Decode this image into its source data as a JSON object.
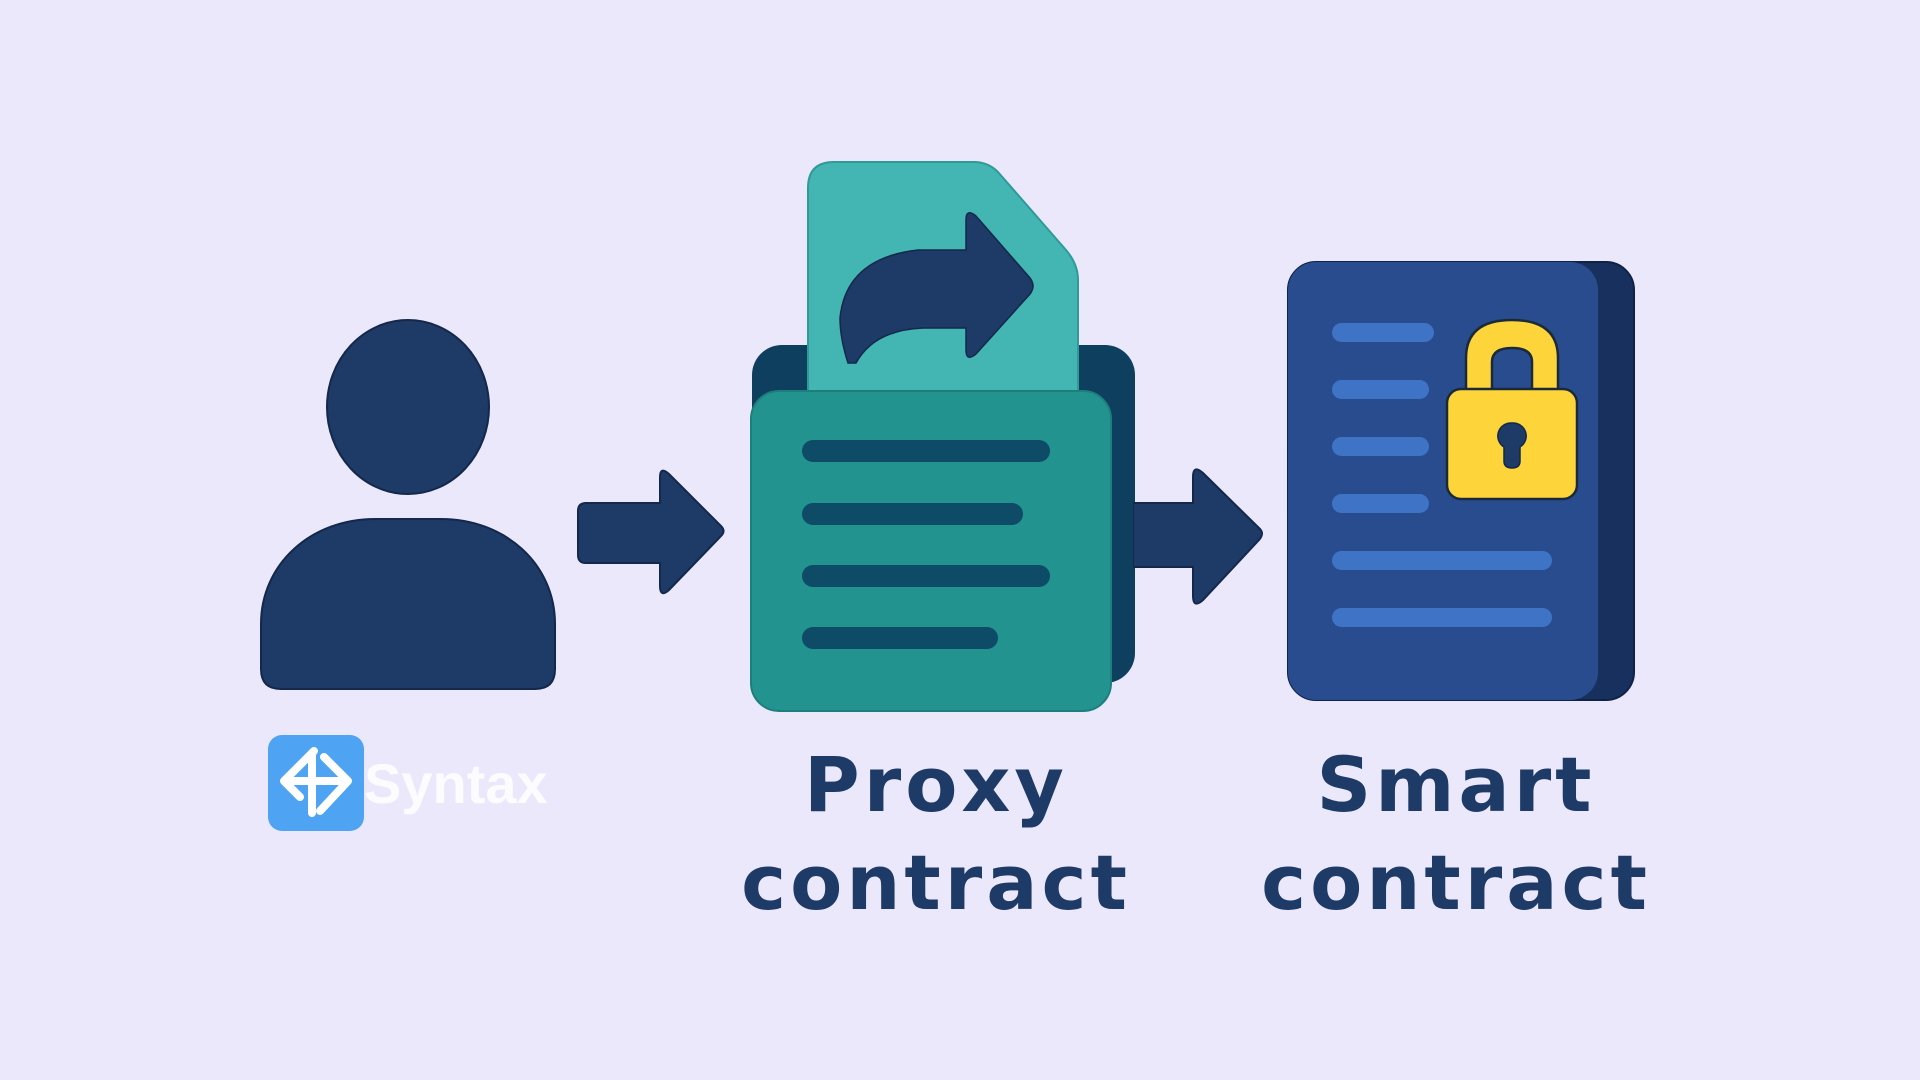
{
  "diagram": {
    "nodes": [
      {
        "id": "user",
        "icon": "user-icon",
        "label": ""
      },
      {
        "id": "proxy",
        "icon": "proxy-folder-icon",
        "label_line1": "Proxy",
        "label_line2": "contract"
      },
      {
        "id": "smart",
        "icon": "locked-document-icon",
        "label_line1": "Smart",
        "label_line2": "contract"
      }
    ],
    "edges": [
      {
        "from": "user",
        "to": "proxy",
        "icon": "arrow-right-icon"
      },
      {
        "from": "proxy",
        "to": "smart",
        "icon": "arrow-right-icon"
      }
    ]
  },
  "watermark": {
    "text": "Syntax",
    "icon": "syntax-logo-icon"
  },
  "colors": {
    "background": "#ECE8FC",
    "navy": "#1E3A66",
    "teal_front": "#22938F",
    "teal_paper": "#43B5B2",
    "teal_back": "#0F3F5E",
    "doc_blue": "#284C8E",
    "doc_back": "#17305E",
    "doc_lines": "#3F73C6",
    "lock_yellow": "#FDD43A",
    "logo_blue": "#4EA3F2"
  }
}
